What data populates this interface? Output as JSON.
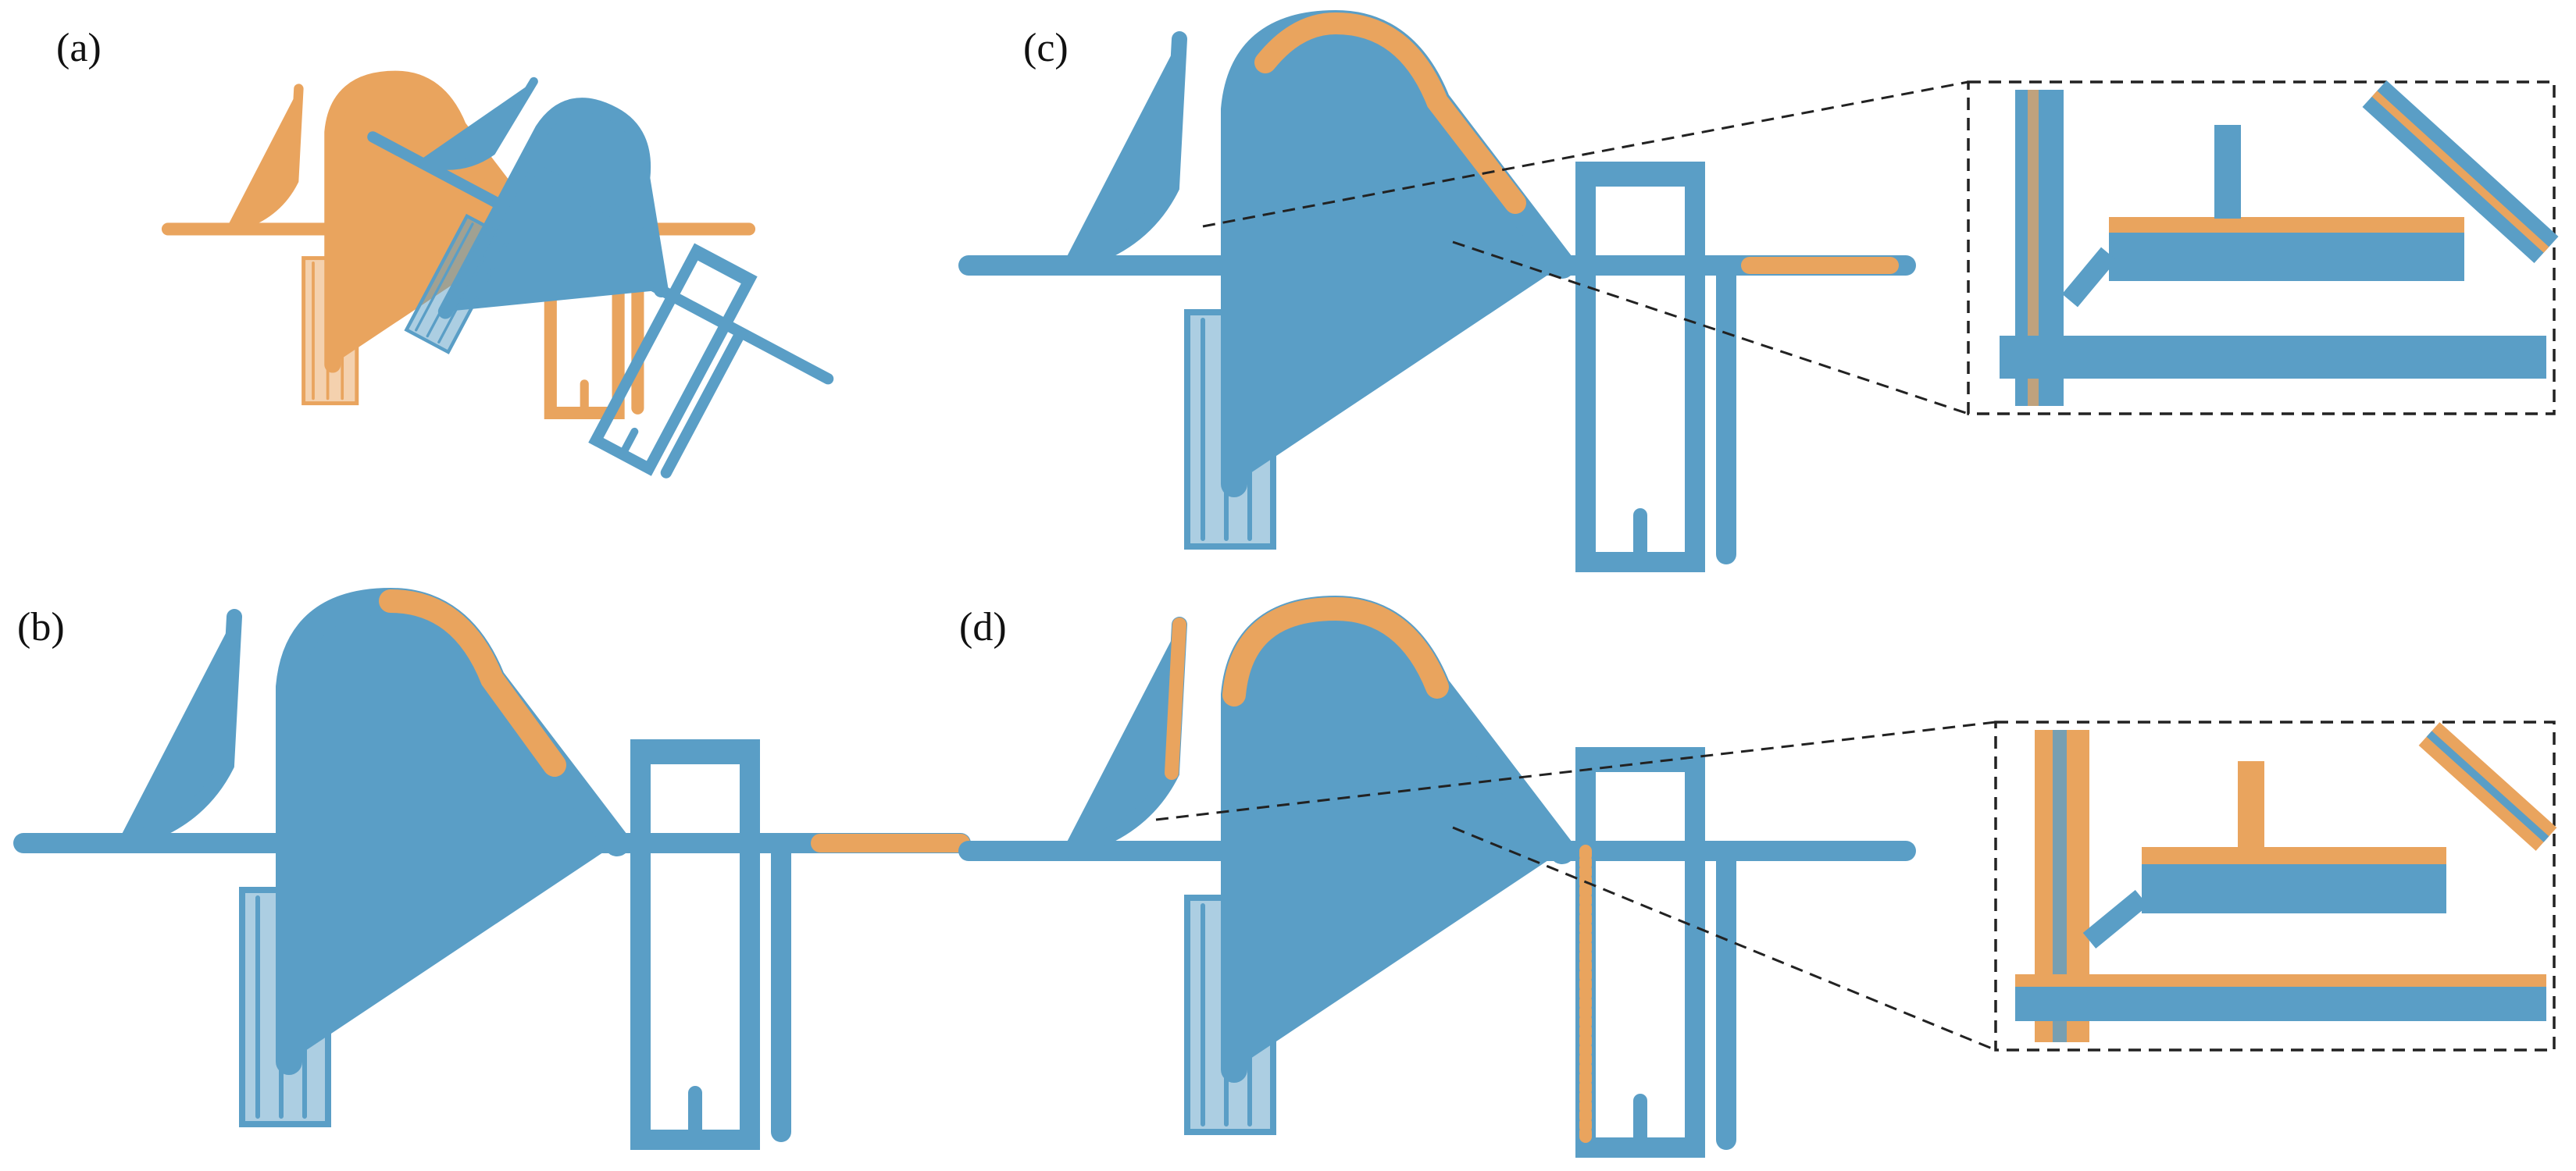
{
  "figure": {
    "panels": [
      {
        "id": "a",
        "label": "(a)"
      },
      {
        "id": "b",
        "label": "(b)"
      },
      {
        "id": "c",
        "label": "(c)"
      },
      {
        "id": "d",
        "label": "(d)"
      }
    ],
    "colors": {
      "source_cloud": "#e9a45e",
      "target_cloud": "#5a9ec6",
      "source_shade": "#c98a48",
      "target_shade": "#3f7ea3",
      "frame": "#222222"
    }
  }
}
